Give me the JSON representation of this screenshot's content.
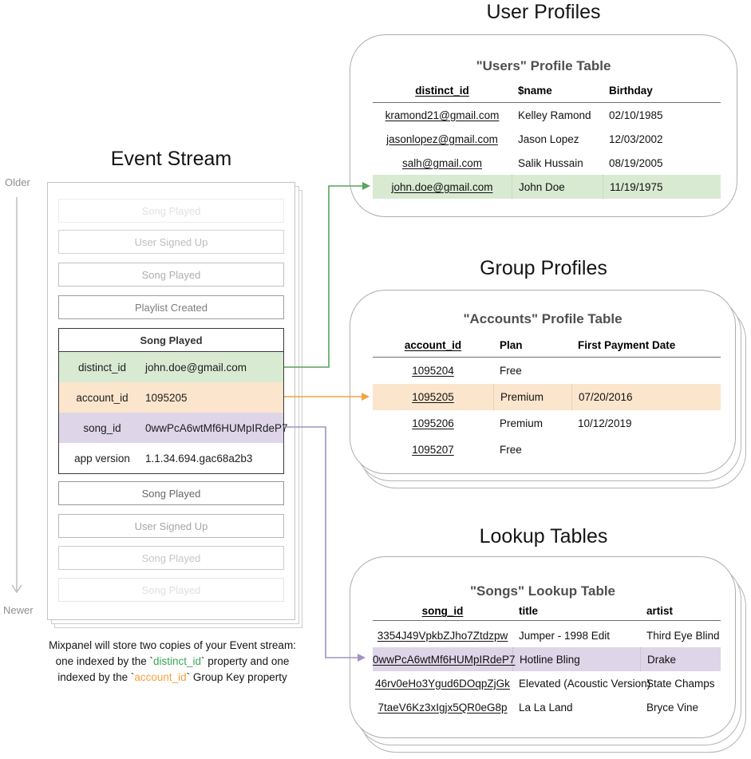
{
  "titles": {
    "event_stream": "Event Stream",
    "user_profiles": "User Profiles",
    "group_profiles": "Group Profiles",
    "lookup_tables": "Lookup Tables"
  },
  "timeline": {
    "older": "Older",
    "newer": "Newer"
  },
  "event_stream": {
    "events_before": [
      {
        "label": "Song Played"
      },
      {
        "label": "User Signed Up"
      },
      {
        "label": "Song Played"
      },
      {
        "label": "Playlist Created"
      }
    ],
    "selected_event": {
      "name": "Song Played",
      "properties": [
        {
          "key": "distinct_id",
          "value": "john.doe@gmail.com"
        },
        {
          "key": "account_id",
          "value": "1095205"
        },
        {
          "key": "song_id",
          "value": "0wwPcA6wtMf6HUMpIRdeP7"
        },
        {
          "key": "app version",
          "value": "1.1.34.694.gac68a2b3"
        }
      ]
    },
    "events_after": [
      {
        "label": "Song Played"
      },
      {
        "label": "User Signed Up"
      },
      {
        "label": "Song Played"
      },
      {
        "label": "Song Played"
      }
    ]
  },
  "caption": {
    "line1": "Mixpanel will store two copies of your Event stream:",
    "line2_pre": "one indexed by the `",
    "line2_key": "distinct_id",
    "line2_post": "` property and one",
    "line3_pre": "indexed by the `",
    "line3_key": "account_id",
    "line3_post": "` Group Key property"
  },
  "users_table": {
    "table_title": "\"Users\" Profile Table",
    "columns": [
      "distinct_id",
      "$name",
      "Birthday"
    ],
    "rows": [
      {
        "cells": [
          "kramond21@gmail.com",
          "Kelley Ramond",
          "02/10/1985"
        ]
      },
      {
        "cells": [
          "jasonlopez@gmail.com",
          "Jason Lopez",
          "12/03/2002"
        ]
      },
      {
        "cells": [
          "salh@gmail.com",
          "Salik Hussain",
          "08/19/2005"
        ]
      },
      {
        "cells": [
          "john.doe@gmail.com",
          "John Doe",
          "11/19/1975"
        ]
      }
    ],
    "highlighted_row": "john.doe@gmail.com"
  },
  "accounts_table": {
    "table_title": "\"Accounts\" Profile Table",
    "columns": [
      "account_id",
      "Plan",
      "First Payment Date"
    ],
    "rows": [
      {
        "cells": [
          "1095204",
          "Free",
          ""
        ]
      },
      {
        "cells": [
          "1095205",
          "Premium",
          "07/20/2016"
        ]
      },
      {
        "cells": [
          "1095206",
          "Premium",
          "10/12/2019"
        ]
      },
      {
        "cells": [
          "1095207",
          "Free",
          ""
        ]
      }
    ],
    "highlighted_row": "1095205"
  },
  "songs_table": {
    "table_title": "\"Songs\" Lookup Table",
    "columns": [
      "song_id",
      "title",
      "artist"
    ],
    "rows": [
      {
        "cells": [
          "3354J49VpkbZJho7Ztdzpw",
          "Jumper - 1998 Edit",
          "Third Eye Blind"
        ]
      },
      {
        "cells": [
          "0wwPcA6wtMf6HUMpIRdeP7",
          "Hotline Bling",
          "Drake"
        ]
      },
      {
        "cells": [
          "46rv0eHo3Ygud6DOqpZjGk",
          "Elevated (Acoustic Version)",
          "State Champs"
        ]
      },
      {
        "cells": [
          "7taeV6Kz3xIgjx5QR0eG8p",
          "La La Land",
          "Bryce Vine"
        ]
      }
    ],
    "highlighted_row": "0wwPcA6wtMf6HUMpIRdeP7"
  },
  "colors": {
    "green_highlight": "#d9ead3",
    "orange_highlight": "#fce5cd",
    "purple_highlight": "#ded5e9",
    "green_accent": "#4ba457",
    "orange_accent": "#f2a340",
    "purple_accent": "#a293c2"
  }
}
